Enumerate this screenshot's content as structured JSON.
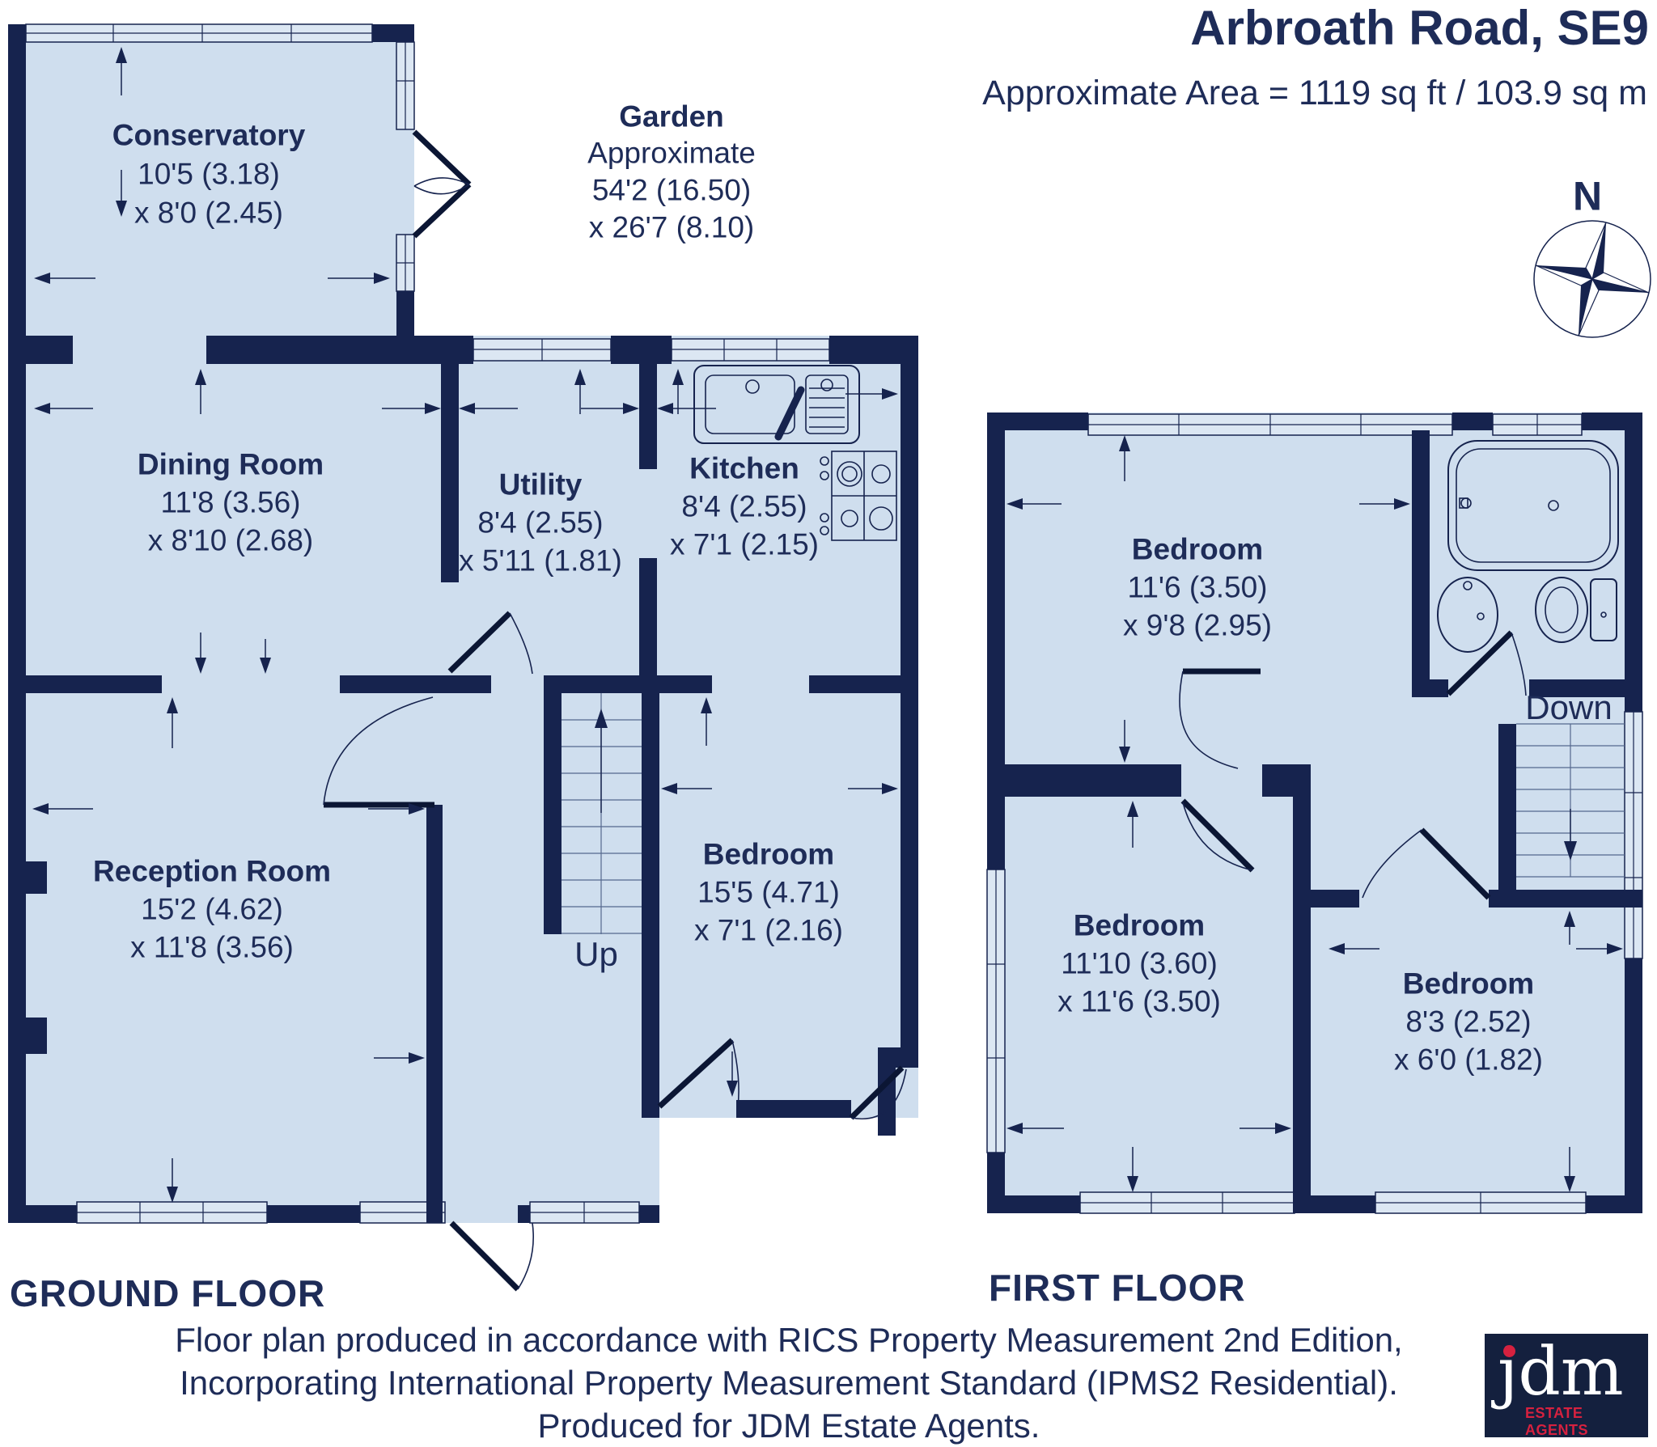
{
  "header": {
    "title": "Arbroath Road, SE9",
    "subtitle": "Approximate Area = 1119 sq ft / 103.9 sq m"
  },
  "compass": {
    "label": "N"
  },
  "ground_floor": {
    "label": "GROUND FLOOR",
    "stairs_label": "Up",
    "rooms": {
      "conservatory": {
        "name": "Conservatory",
        "dim1": "10'5 (3.18)",
        "dim2": "x 8'0 (2.45)"
      },
      "garden": {
        "name": "Garden",
        "note": "Approximate",
        "dim1": "54'2 (16.50)",
        "dim2": "x 26'7 (8.10)"
      },
      "dining": {
        "name": "Dining Room",
        "dim1": "11'8 (3.56)",
        "dim2": "x 8'10 (2.68)"
      },
      "utility": {
        "name": "Utility",
        "dim1": "8'4 (2.55)",
        "dim2": "x 5'11 (1.81)"
      },
      "kitchen": {
        "name": "Kitchen",
        "dim1": "8'4 (2.55)",
        "dim2": "x 7'1 (2.15)"
      },
      "reception": {
        "name": "Reception Room",
        "dim1": "15'2 (4.62)",
        "dim2": "x 11'8 (3.56)"
      },
      "bedroom": {
        "name": "Bedroom",
        "dim1": "15'5 (4.71)",
        "dim2": "x 7'1 (2.16)"
      }
    }
  },
  "first_floor": {
    "label": "FIRST FLOOR",
    "stairs_label": "Down",
    "rooms": {
      "bedroom1": {
        "name": "Bedroom",
        "dim1": "11'6 (3.50)",
        "dim2": "x 9'8 (2.95)"
      },
      "bedroom2": {
        "name": "Bedroom",
        "dim1": "11'10 (3.60)",
        "dim2": "x 11'6 (3.50)"
      },
      "bedroom3": {
        "name": "Bedroom",
        "dim1": "8'3 (2.52)",
        "dim2": "x 6'0 (1.82)"
      }
    }
  },
  "footer": {
    "line1": "Floor plan produced in accordance with RICS Property Measurement 2nd Edition,",
    "line2": "Incorporating International Property Measurement Standard (IPMS2 Residential).",
    "line3": "Produced for JDM Estate Agents."
  },
  "logo": {
    "text": "jdm",
    "subtext": "ESTATE AGENTS"
  },
  "colors": {
    "wall": "#16234e",
    "room_fill": "#cfdeee",
    "text": "#1e2c58",
    "logo_red": "#d6213f"
  }
}
